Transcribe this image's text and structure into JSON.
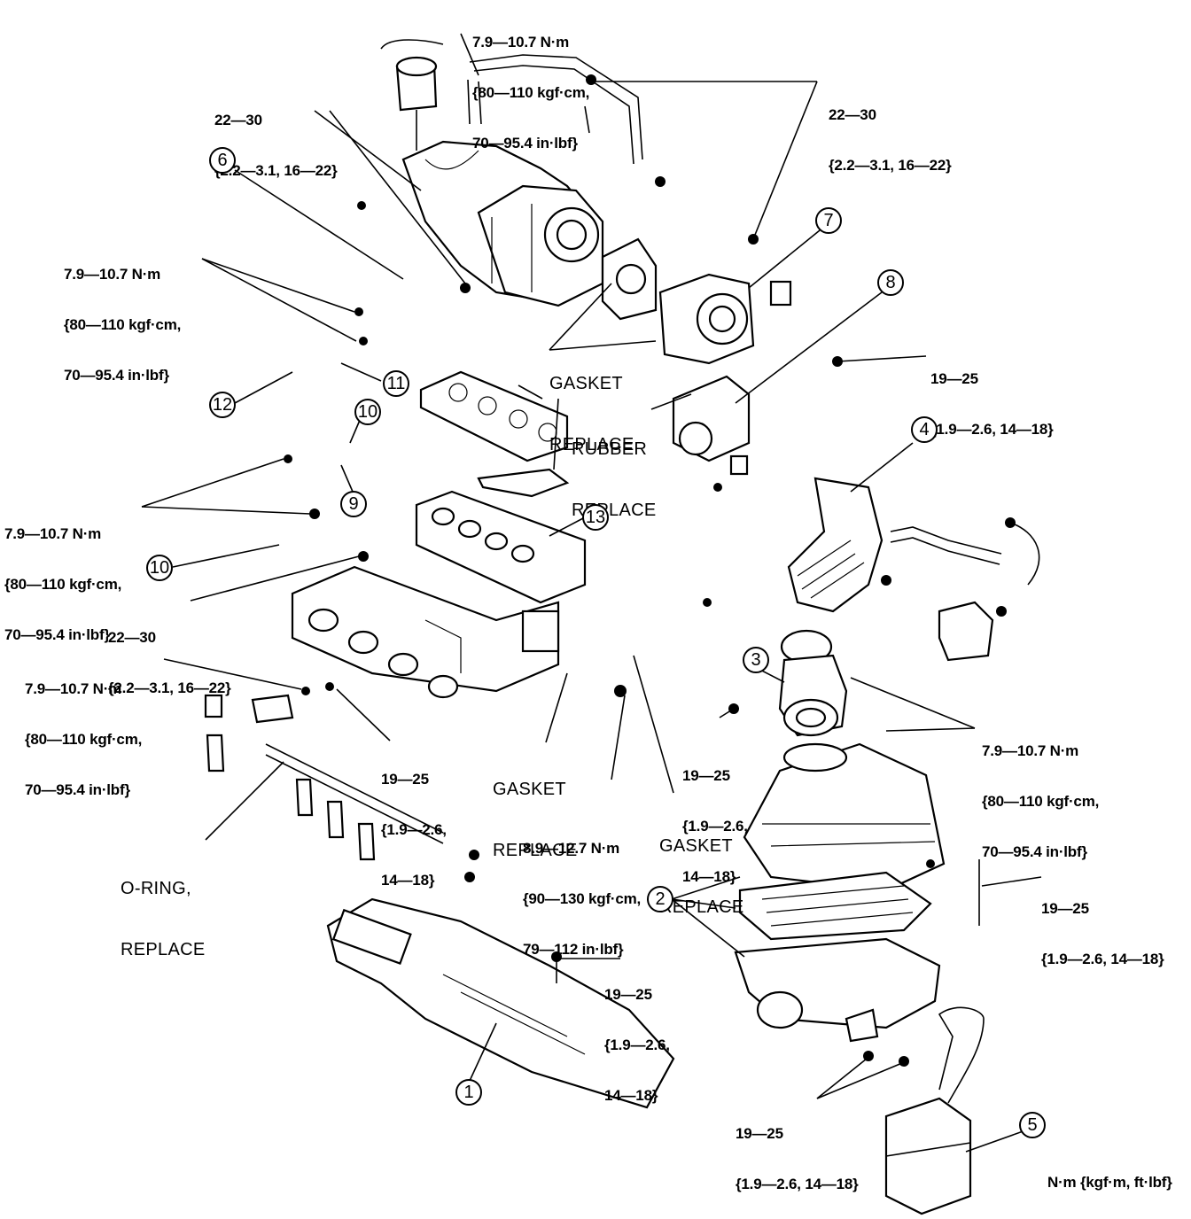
{
  "torque_specs": {
    "t_top": {
      "l1": "7.9—10.7 N·m",
      "l2": "{80—110 kgf·cm,",
      "l3": "70—95.4 in·lbf}"
    },
    "t_topleft": {
      "l1": "22—30",
      "l2": "{2.2—3.1, 16—22}"
    },
    "t_topright": {
      "l1": "22—30",
      "l2": "{2.2—3.1, 16—22}"
    },
    "t_left1": {
      "l1": "7.9—10.7 N·m",
      "l2": "{80—110 kgf·cm,",
      "l3": "70—95.4 in·lbf}"
    },
    "t_throttle": {
      "l1": "19—25",
      "l2": "{1.9—2.6, 14—18}"
    },
    "t_left2": {
      "l1": "7.9—10.7 N·m",
      "l2": "{80—110 kgf·cm,",
      "l3": "70—95.4 in·lbf}"
    },
    "t_manifold": {
      "l1": "22—30",
      "l2": "{2.2—3.1, 16—22}"
    },
    "t_left3": {
      "l1": "7.9—10.7 N·m",
      "l2": "{80—110 kgf·cm,",
      "l3": "70—95.4 in·lbf}"
    },
    "t_injector": {
      "l1": "19—25",
      "l2": "{1.9—2.6,",
      "l3": "14—18}"
    },
    "t_egr": {
      "l1": "19—25",
      "l2": "{1.9—2.6,",
      "l3": "14—18}"
    },
    "t_maf": {
      "l1": "7.9—10.7 N·m",
      "l2": "{80—110 kgf·cm,",
      "l3": "70—95.4 in·lbf}"
    },
    "t_egrpipe": {
      "l1": "8.9—12.7 N·m",
      "l2": "{90—130 kgf·cm,",
      "l3": "79—112 in·lbf}"
    },
    "t_aircleaner": {
      "l1": "19—25",
      "l2": "{1.9—2.6, 14—18}"
    },
    "t_duct": {
      "l1": "19—25",
      "l2": "{1.9—2.6,",
      "l3": "14—18}"
    },
    "t_resonator": {
      "l1": "19—25",
      "l2": "{1.9—2.6, 14—18}"
    }
  },
  "notes": {
    "gasket1": {
      "l1": "GASKET",
      "l2": "REPLACE"
    },
    "rubber": {
      "l1": "RUBBER",
      "l2": "REPLACE"
    },
    "gasket2": {
      "l1": "GASKET",
      "l2": "REPLACE"
    },
    "gasket3": {
      "l1": "GASKET",
      "l2": "REPLACE"
    },
    "oring": {
      "l1": "O-RING,",
      "l2": "REPLACE"
    }
  },
  "callouts": [
    "1",
    "2",
    "3",
    "4",
    "5",
    "6",
    "7",
    "8",
    "9",
    "10",
    "11",
    "12",
    "13"
  ],
  "units_legend": "N·m {kgf·m, ft·lbf}"
}
